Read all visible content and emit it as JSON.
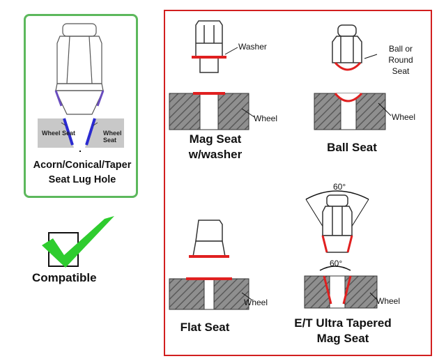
{
  "acorn": {
    "wheel_seat_left": "Wheel Seat",
    "wheel_seat_right": "Wheel Seat",
    "title_line1": "Acorn/Conical/Taper",
    "title_line2": "Seat Lug Hole"
  },
  "compatible": {
    "label": "Compatible"
  },
  "mag_seat": {
    "washer_label": "Washer",
    "wheel_label": "Wheel",
    "title_line1": "Mag Seat",
    "title_line2": "w/washer"
  },
  "ball_seat": {
    "seat_label_line1": "Ball or",
    "seat_label_line2": "Round",
    "seat_label_line3": "Seat",
    "wheel_label": "Wheel",
    "title": "Ball Seat"
  },
  "flat_seat": {
    "wheel_label": "Wheel",
    "title": "Flat Seat"
  },
  "et_seat": {
    "angle_top": "60°",
    "angle_bottom": "60°",
    "wheel_label": "Wheel",
    "title_line1": "E/T Ultra Tapered",
    "title_line2": "Mag Seat"
  },
  "colors": {
    "green_border": "#5cb85c",
    "red_border": "#d21f1f",
    "seat_red": "#e02020",
    "seat_blue": "#2b2bd0",
    "check_green": "#2ecc2e"
  }
}
